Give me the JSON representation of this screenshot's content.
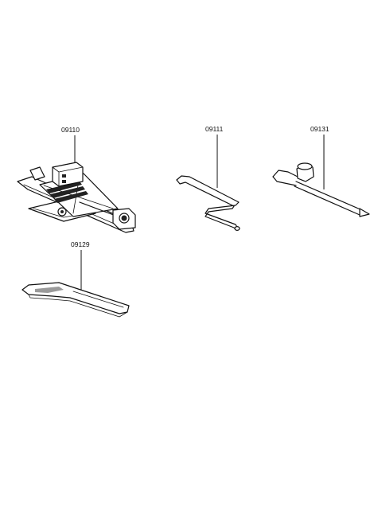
{
  "parts": [
    {
      "part_no": "09110",
      "name": "jack-assembly"
    },
    {
      "part_no": "09111",
      "name": "jack-handle"
    },
    {
      "part_no": "09131",
      "name": "wheel-nut-wrench"
    },
    {
      "part_no": "09129",
      "name": "jack-handle-lever"
    }
  ]
}
